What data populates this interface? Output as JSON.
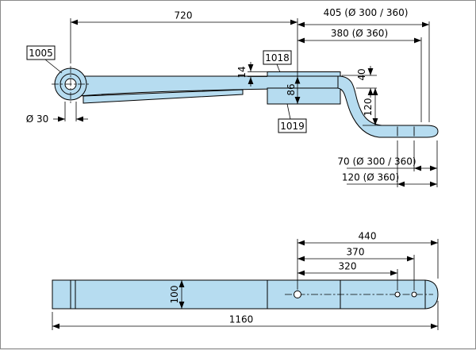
{
  "colors": {
    "background": "#ffffff",
    "part_fill": "#b6dcf0",
    "line": "#000000",
    "label_bg": "#ffffff",
    "hole_fill": "#ffffff"
  },
  "side_view": {
    "part_labels": {
      "eye": "1005",
      "top_plate": "1018",
      "axle_plate": "1019"
    },
    "dims": {
      "d720": "720",
      "d405": "405 (Ø 300 / 360)",
      "d380": "380 (Ø 360)",
      "d14": "14",
      "d86": "86",
      "d40": "40",
      "d120": "120",
      "d_eye_bore": "Ø 30",
      "d70_end": "70 (Ø 300 / 360)",
      "d120_end": "120 (Ø 360)"
    }
  },
  "top_view": {
    "dims": {
      "d440": "440",
      "d370": "370",
      "d320": "320",
      "d100": "100",
      "d1160": "1160"
    }
  }
}
